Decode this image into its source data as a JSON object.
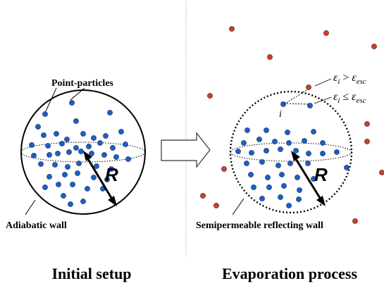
{
  "left_panel": {
    "point_particles_label": "Point-particles",
    "radius_symbol": "R",
    "wall_label": "Adiabatic wall",
    "caption": "Initial setup"
  },
  "right_panel": {
    "particle_index_label": "i",
    "escape_condition": "ε_i > ε_esc",
    "reflect_condition": "ε_i ≤ ε_esc",
    "radius_symbol": "R",
    "wall_label": "Semipermeable reflecting wall",
    "caption": "Evaporation process"
  },
  "colors": {
    "inner_particle": "#1a5fc7",
    "escaped_particle": "#d93a1c",
    "outline": "#000000",
    "divider": "#888888"
  }
}
